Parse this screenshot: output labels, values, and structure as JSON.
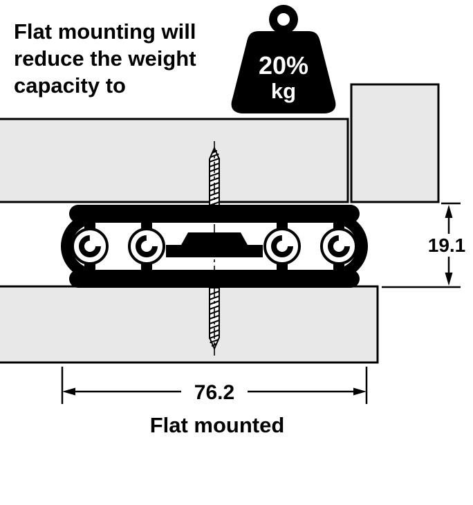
{
  "header": {
    "line1": "Flat mounting will",
    "line2": "reduce the weight",
    "line3": "capacity to"
  },
  "weight_badge": {
    "percent": "20%",
    "unit": "kg"
  },
  "dimensions": {
    "height_mm": "19.1",
    "width_mm": "76.2"
  },
  "caption": "Flat mounted",
  "icons": {
    "weight": "weight-icon",
    "screw_top": "screw-icon",
    "screw_bottom": "screw-icon"
  },
  "colors": {
    "panel_fill": "#e8e8e8",
    "line": "#000000",
    "background": "#ffffff",
    "weight_fill": "#000000",
    "weight_text": "#ffffff"
  }
}
